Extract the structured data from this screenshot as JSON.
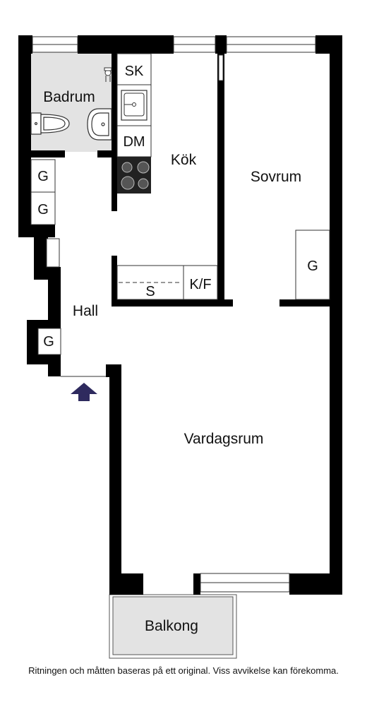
{
  "rooms": {
    "badrum": "Badrum",
    "kok": "Kök",
    "sovrum": "Sovrum",
    "hall": "Hall",
    "vardagsrum": "Vardagsrum",
    "balkong": "Balkong"
  },
  "fixtures": {
    "sk": "SK",
    "dm": "DM",
    "s": "S",
    "kf": "K/F",
    "g": "G"
  },
  "disclaimer": "Ritningen och måtten baseras på ett original. Viss avvikelse kan förekomma.",
  "colors": {
    "wall": "#000000",
    "bathroom_floor": "#e3e3e3",
    "balcony_floor": "#e3e3e3",
    "entrance_arrow": "#2e2a5e"
  }
}
